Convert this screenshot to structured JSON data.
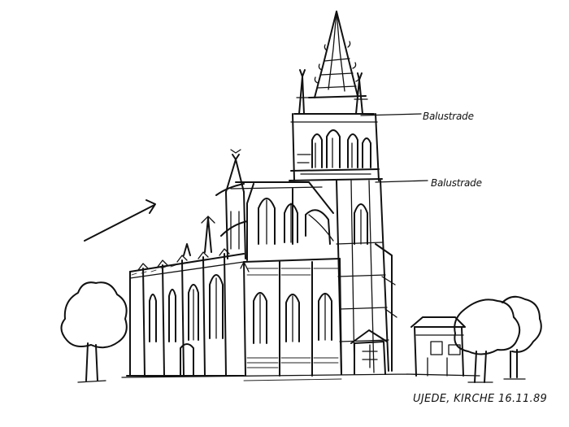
{
  "sketch": {
    "annotations": [
      {
        "id": "upper",
        "text": "Balustrade"
      },
      {
        "id": "lower",
        "text": "Balustrade"
      }
    ],
    "signature": "UJEDE, KIRCHE 16.11.89",
    "colors": {
      "ink": "#111111",
      "paper": "#ffffff"
    }
  }
}
